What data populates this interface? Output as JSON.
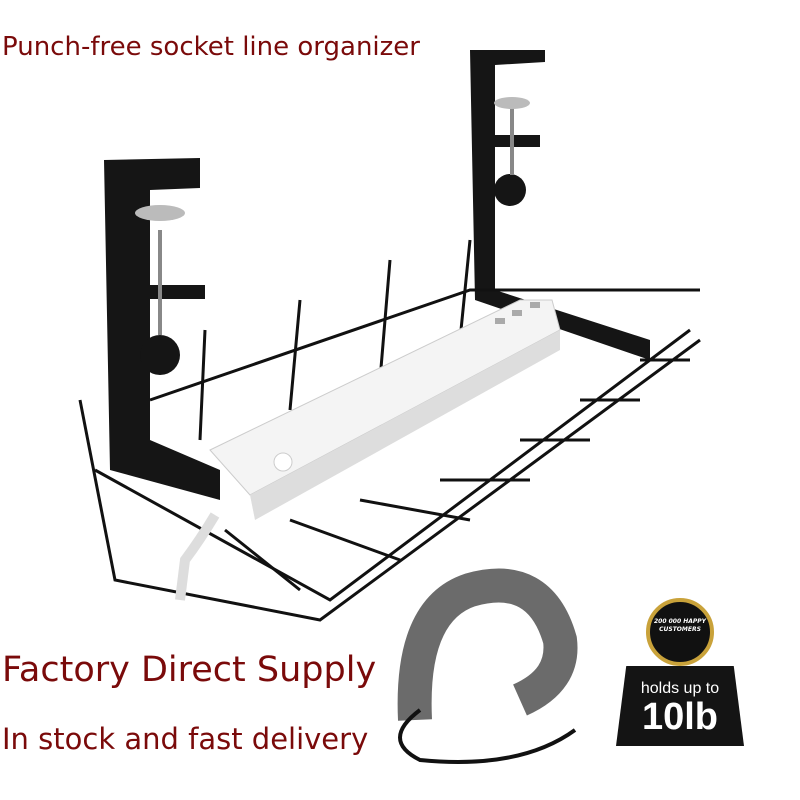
{
  "title": "Punch-free socket line organizer",
  "tagline_1": "Factory Direct Supply",
  "tagline_2": "In stock and fast delivery",
  "badge": {
    "seal_text": "200 000 HAPPY CUSTOMERS",
    "line_1": "holds up to",
    "line_2": "10lb"
  },
  "colors": {
    "caption": "#7a0a0a",
    "bracket": "#111111",
    "strip": "#f2f2f2",
    "velcro": "#6b6b6b"
  }
}
